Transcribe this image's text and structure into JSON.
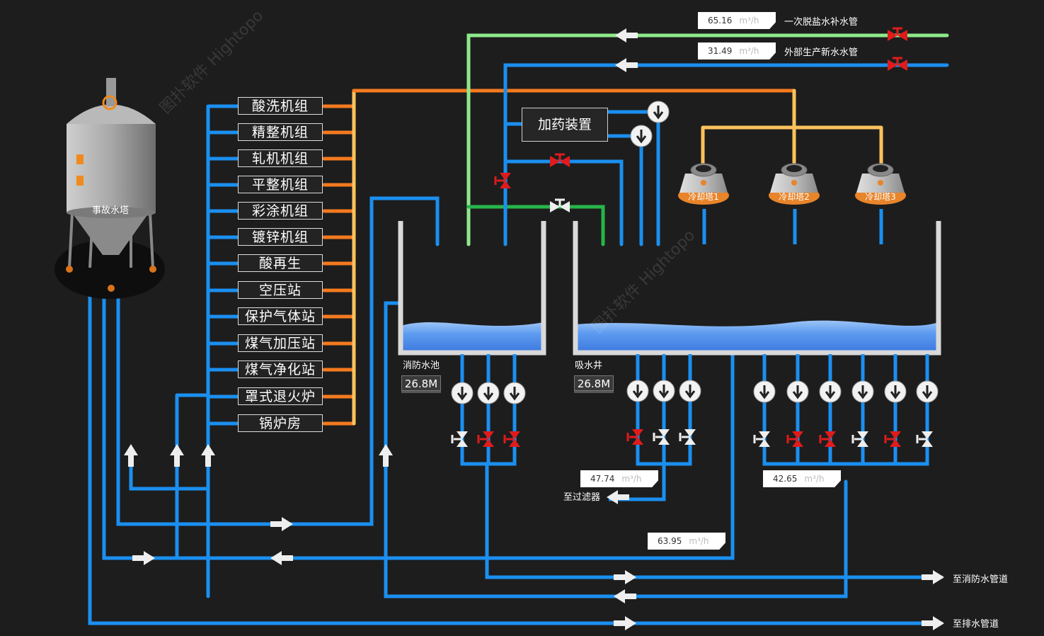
{
  "units": [
    "酸洗机组",
    "精整机组",
    "轧机机组",
    "平整机组",
    "彩涂机组",
    "镀锌机组",
    "酸再生",
    "空压站",
    "保护气体站",
    "煤气加压站",
    "煤气净化站",
    "罩式退火炉",
    "锅炉房"
  ],
  "tanks": {
    "emergency_tower": "事故水塔",
    "fire_pool": {
      "label": "消防水池",
      "level": "26.8M"
    },
    "suction_well": {
      "label": "吸水井",
      "level": "26.8M"
    },
    "dosing_device": "加药装置"
  },
  "cooling_towers": [
    "冷却塔1",
    "冷却塔2",
    "冷却塔3"
  ],
  "supply_lines": [
    {
      "value": "65.16",
      "unit": "m³/h",
      "name": "一次脱盐水补水管"
    },
    {
      "value": "31.49",
      "unit": "m³/h",
      "name": "外部生产新水水管"
    }
  ],
  "flows": {
    "filter": {
      "value": "47.74",
      "unit": "m³/h",
      "dest": "至过滤器"
    },
    "right_pumps": {
      "value": "42.65",
      "unit": "m³/h"
    },
    "return": {
      "value": "63.95",
      "unit": "m³/h"
    }
  },
  "destinations": {
    "fire_main": "至消防水管道",
    "drain_main": "至排水管道"
  },
  "watermark": [
    "图扑软件",
    "Hightopo"
  ],
  "colors": {
    "blue": "#1b8ff0",
    "dark_blue": "#2255d6",
    "orange": "#f47a1f",
    "light_orange": "#ffc25c",
    "green": "#27b54a",
    "light_green": "#8ee98a",
    "water": "#4a8ae8",
    "valve_red": "#e01b1b"
  }
}
